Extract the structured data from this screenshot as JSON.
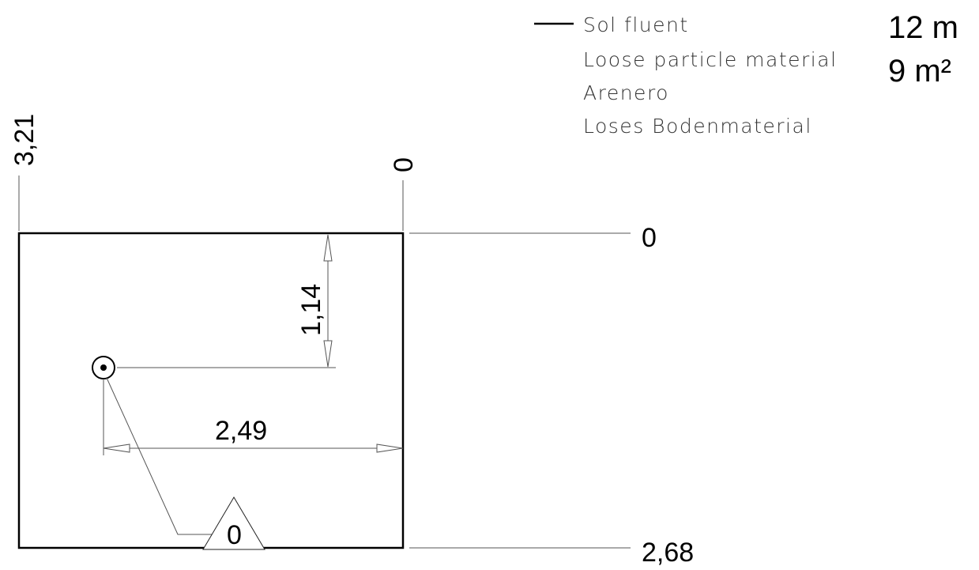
{
  "legend": {
    "lines": [
      "Sol fluent",
      "Loose particle material",
      "Arenero",
      "Loses Bodenmaterial"
    ]
  },
  "summary": {
    "length": "12 m",
    "area": "9 m²"
  },
  "dimensions": {
    "left_height": "3,21",
    "top_right_zero": "0",
    "right_top_zero": "0",
    "right_bottom": "2,68",
    "vertical_offset": "1,14",
    "horizontal_offset": "2,49",
    "tag_value": "0"
  }
}
